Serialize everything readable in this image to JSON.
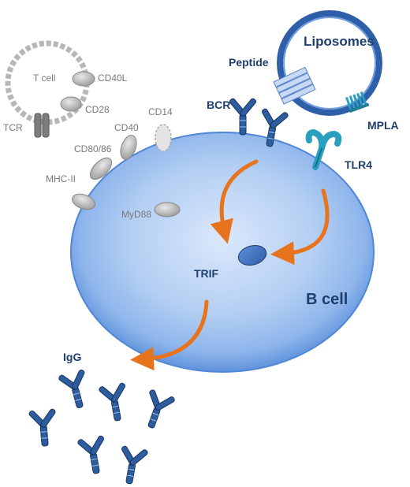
{
  "labels": {
    "liposomes": "Liposomes",
    "peptide": "Peptide",
    "bcr": "BCR",
    "mpla": "MPLA",
    "tlr4": "TLR4",
    "b_cell": "B cell",
    "trif": "TRIF",
    "igg": "IgG",
    "t_cell": "T cell",
    "cd40l": "CD40L",
    "cd28": "CD28",
    "tcr": "TCR",
    "cd14": "CD14",
    "cd40": "CD40",
    "cd80_86": "CD80/86",
    "mhc_ii": "MHC-II",
    "myd88": "MyD88"
  },
  "colors": {
    "cell_fill": "#8fb6ec",
    "cell_edge": "#4f86d6",
    "dark_blue": "#1f3f6e",
    "antibody_blue": "#2e5d9e",
    "arrow_orange": "#e8731d",
    "tlr_teal": "#2a9fbf",
    "grey": "#9a9a9a"
  }
}
